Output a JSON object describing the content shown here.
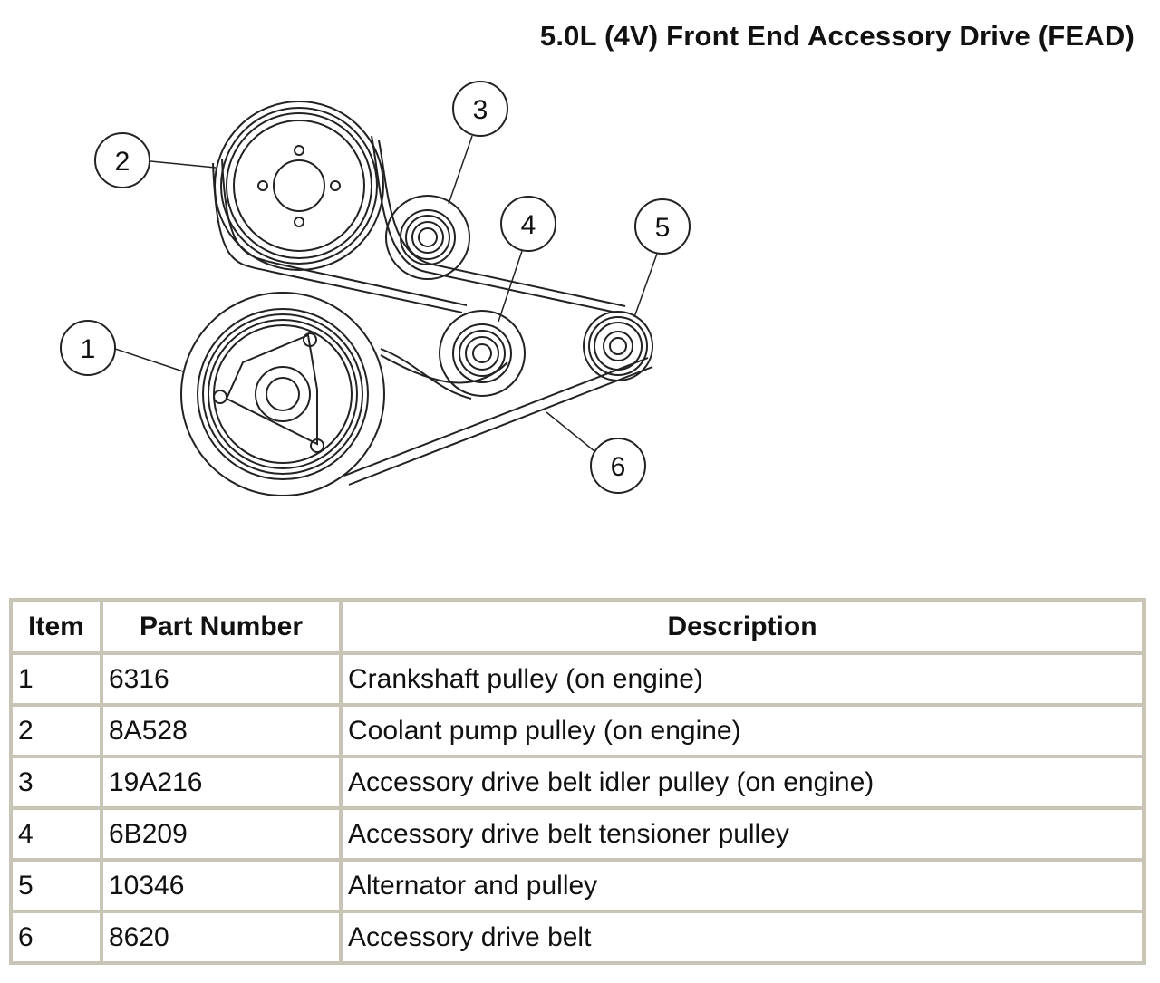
{
  "title": "5.0L (4V) Front End Accessory Drive (FEAD)",
  "callouts": [
    "1",
    "2",
    "3",
    "4",
    "5",
    "6"
  ],
  "table": {
    "headers": [
      "Item",
      "Part Number",
      "Description"
    ],
    "rows": [
      {
        "item": "1",
        "part": "6316",
        "desc": "Crankshaft pulley (on engine)"
      },
      {
        "item": "2",
        "part": "8A528",
        "desc": "Coolant pump pulley (on engine)"
      },
      {
        "item": "3",
        "part": "19A216",
        "desc": "Accessory drive belt idler pulley (on engine)"
      },
      {
        "item": "4",
        "part": "6B209",
        "desc": "Accessory drive belt tensioner pulley"
      },
      {
        "item": "5",
        "part": "10346",
        "desc": "Alternator and pulley"
      },
      {
        "item": "6",
        "part": "8620",
        "desc": "Accessory drive belt"
      }
    ]
  }
}
